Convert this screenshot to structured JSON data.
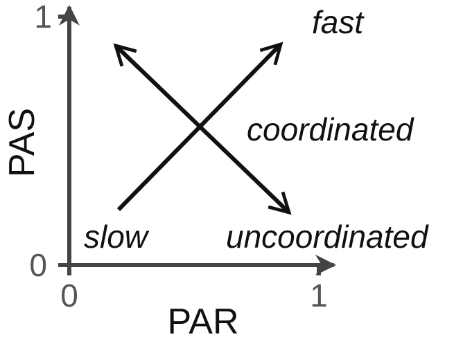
{
  "axes": {
    "x_title": "PAR",
    "y_title": "PAS",
    "x_ticks": [
      "0",
      "1"
    ],
    "y_ticks": [
      "0",
      "1"
    ],
    "axis_color": "#444444"
  },
  "regions": {
    "fast": "fast",
    "coordinated": "coordinated",
    "slow": "slow",
    "uncoordinated": "uncoordinated"
  },
  "arrow_color": "#111111"
}
